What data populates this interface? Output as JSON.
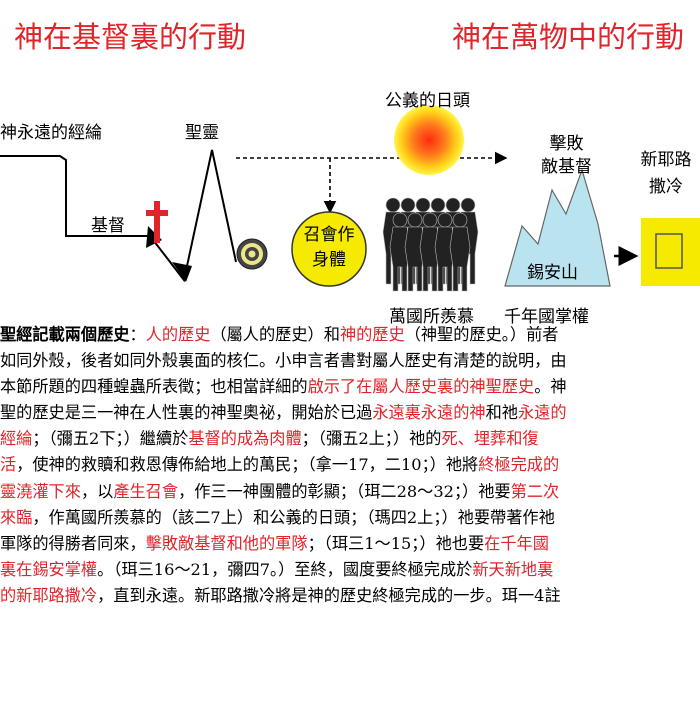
{
  "titles": {
    "left": "神在基督裏的行動",
    "right": "神在萬物中的行動"
  },
  "labels": {
    "eternal_economy": "神永遠的經綸",
    "spirit": "聖靈",
    "sun": "公義的日頭",
    "defeat": [
      "擊敗",
      "敵基督"
    ],
    "new_jerusalem": [
      "新耶路",
      "撒冷"
    ],
    "christ": "基督",
    "church": [
      "召會作",
      "身體"
    ],
    "zion": "錫安山",
    "nations": "萬國所羨慕",
    "millennium": "千年國掌權"
  },
  "colors": {
    "red": "#e0242a",
    "yellow": "#f5ea00",
    "mountain": "#b8e3ef"
  },
  "body_lines": [
    [
      {
        "t": "聖經記載兩個歷史",
        "c": "bold"
      },
      {
        "t": "：",
        "c": ""
      },
      {
        "t": "人的歷史",
        "c": "red"
      },
      {
        "t": "（屬人的歷史）和",
        "c": ""
      },
      {
        "t": "神的歷史",
        "c": "red"
      },
      {
        "t": "（神聖的歷史。）前者",
        "c": ""
      }
    ],
    [
      {
        "t": "如同外殼，後者如同外殼裏面的核仁。小申言者書對屬人歷史有清楚的說明，由",
        "c": ""
      }
    ],
    [
      {
        "t": "本節所題的四種蝗蟲所表徵；也相當詳細的",
        "c": ""
      },
      {
        "t": "啟示了在屬人歷史裏的神聖歷史",
        "c": "red"
      },
      {
        "t": "。神",
        "c": ""
      }
    ],
    [
      {
        "t": "聖的歷史是三一神在人性裏的神聖奧祕，開始於已過",
        "c": ""
      },
      {
        "t": "永遠裏永遠的神",
        "c": "red"
      },
      {
        "t": "和祂",
        "c": ""
      },
      {
        "t": "永遠的",
        "c": "red"
      }
    ],
    [
      {
        "t": "經綸",
        "c": "red"
      },
      {
        "t": "；（彌五2下；）繼續於",
        "c": ""
      },
      {
        "t": "基督的成為肉體",
        "c": "red"
      },
      {
        "t": "；（彌五2上；）祂的",
        "c": ""
      },
      {
        "t": "死、埋葬和復",
        "c": "red"
      }
    ],
    [
      {
        "t": "活",
        "c": "red"
      },
      {
        "t": "，使神的救贖和救恩傳佈給地上的萬民；（拿一17，二10；）祂將",
        "c": ""
      },
      {
        "t": "終極完成的",
        "c": "red"
      }
    ],
    [
      {
        "t": "靈澆灌下來",
        "c": "red"
      },
      {
        "t": "，以",
        "c": ""
      },
      {
        "t": "產生召會",
        "c": "red"
      },
      {
        "t": "，作三一神團體的彰顯；（珥二28～32；）祂要",
        "c": ""
      },
      {
        "t": "第二次",
        "c": "red"
      }
    ],
    [
      {
        "t": "來臨",
        "c": "red"
      },
      {
        "t": "，作萬國所羨慕的（該二7上）和公義的日頭；（瑪四2上；）祂要帶著作祂",
        "c": ""
      }
    ],
    [
      {
        "t": "軍隊的得勝者同來，",
        "c": ""
      },
      {
        "t": "擊敗敵基督和他的軍隊",
        "c": "red"
      },
      {
        "t": "；（珥三1～15；）祂也要",
        "c": ""
      },
      {
        "t": "在千年國",
        "c": "red"
      }
    ],
    [
      {
        "t": "裏在錫安掌權",
        "c": "red"
      },
      {
        "t": "。（珥三16～21，彌四7。）至終，國度要終極完成於",
        "c": ""
      },
      {
        "t": "新天新地裏",
        "c": "red"
      }
    ],
    [
      {
        "t": "的新耶路撒冷",
        "c": "red"
      },
      {
        "t": "，直到永遠。新耶路撒冷將是神的歷史終極完成的一步。珥一4註",
        "c": ""
      }
    ]
  ]
}
